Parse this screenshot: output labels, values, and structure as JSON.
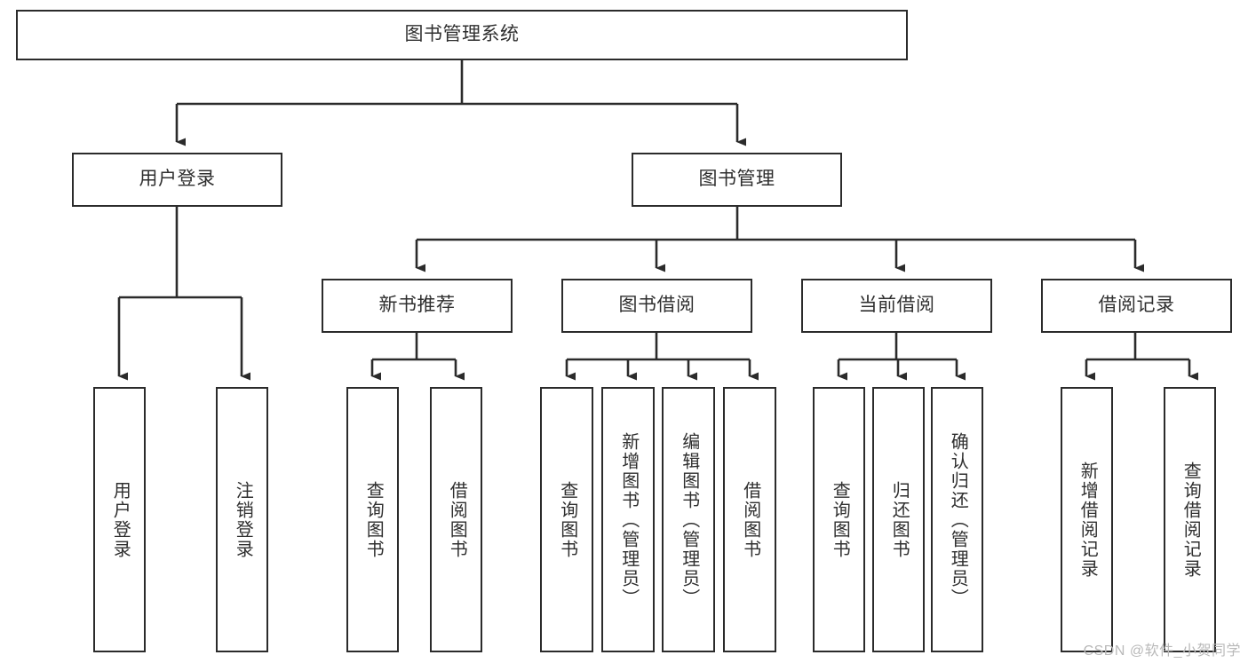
{
  "diagram": {
    "type": "tree-hierarchy",
    "title": "图书管理系统",
    "stroke_color": "#2b2b2b",
    "text_color": "#2f2f2f",
    "background_color": "#ffffff",
    "nodes": {
      "root": {
        "label": "图书管理系统",
        "orientation": "horizontal"
      },
      "level2": [
        {
          "id": "user-login",
          "label": "用户登录",
          "orientation": "horizontal"
        },
        {
          "id": "book-manage",
          "label": "图书管理",
          "orientation": "horizontal"
        }
      ],
      "level3": [
        {
          "id": "new-book-recommend",
          "label": "新书推荐",
          "orientation": "horizontal"
        },
        {
          "id": "book-borrow",
          "label": "图书借阅",
          "orientation": "horizontal"
        },
        {
          "id": "current-borrow",
          "label": "当前借阅",
          "orientation": "horizontal"
        },
        {
          "id": "borrow-record",
          "label": "借阅记录",
          "orientation": "horizontal"
        }
      ],
      "leaves": [
        {
          "id": "leaf-user-login",
          "label": "用户登录",
          "parent": "user-login",
          "orientation": "vertical"
        },
        {
          "id": "leaf-logout-login",
          "label": "注销登录",
          "parent": "user-login",
          "orientation": "vertical"
        },
        {
          "id": "leaf-query-book-1",
          "label": "查询图书",
          "parent": "new-book-recommend",
          "orientation": "vertical"
        },
        {
          "id": "leaf-borrow-book-1",
          "label": "借阅图书",
          "parent": "new-book-recommend",
          "orientation": "vertical"
        },
        {
          "id": "leaf-query-book-2",
          "label": "查询图书",
          "parent": "book-borrow",
          "orientation": "vertical"
        },
        {
          "id": "leaf-add-book",
          "label": "新增图书（管理员）",
          "parent": "book-borrow",
          "orientation": "vertical"
        },
        {
          "id": "leaf-edit-book",
          "label": "编辑图书（管理员）",
          "parent": "book-borrow",
          "orientation": "vertical"
        },
        {
          "id": "leaf-borrow-book-2",
          "label": "借阅图书",
          "parent": "book-borrow",
          "orientation": "vertical"
        },
        {
          "id": "leaf-query-book-3",
          "label": "查询图书",
          "parent": "current-borrow",
          "orientation": "vertical"
        },
        {
          "id": "leaf-return-book",
          "label": "归还图书",
          "parent": "current-borrow",
          "orientation": "vertical"
        },
        {
          "id": "leaf-confirm-return",
          "label": "确认归还（管理员）",
          "parent": "current-borrow",
          "orientation": "vertical"
        },
        {
          "id": "leaf-add-record",
          "label": "新增借阅记录",
          "parent": "borrow-record",
          "orientation": "vertical"
        },
        {
          "id": "leaf-query-record",
          "label": "查询借阅记录",
          "parent": "borrow-record",
          "orientation": "vertical"
        }
      ]
    }
  },
  "watermark": {
    "text": "CSDN @软件_小贺同学"
  }
}
